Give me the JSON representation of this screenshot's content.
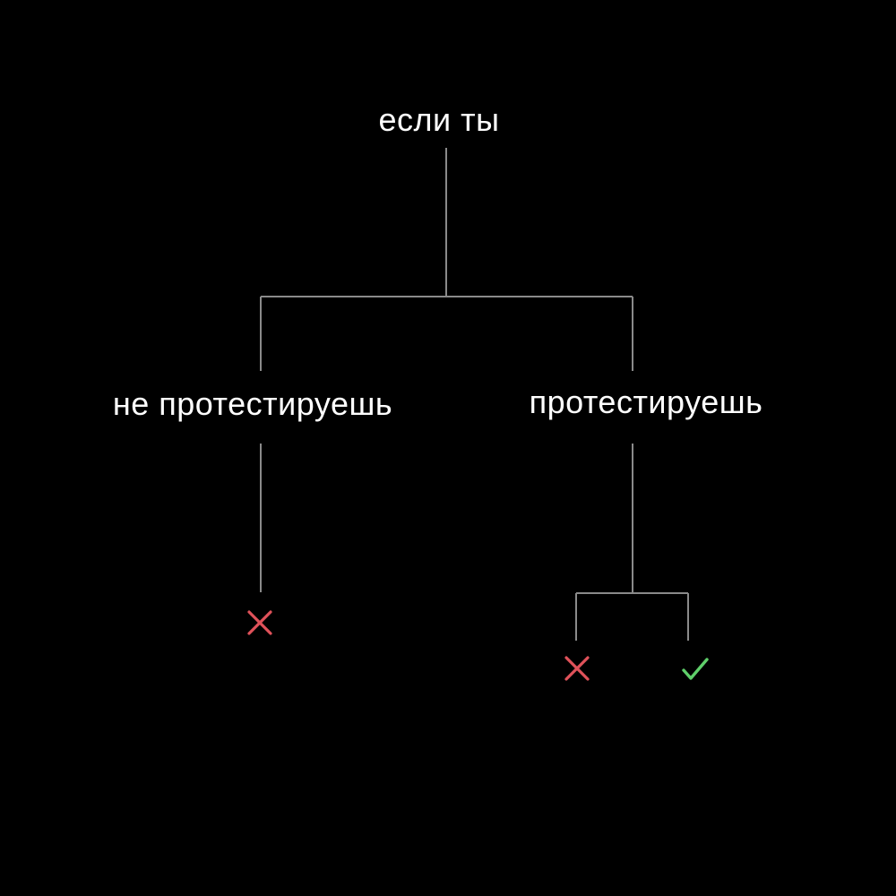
{
  "diagram": {
    "root": {
      "label": "если ты"
    },
    "branches": [
      {
        "label": "не протестируешь",
        "outcomes": [
          {
            "result": "fail",
            "icon": "cross-icon"
          }
        ]
      },
      {
        "label": "протестируешь",
        "outcomes": [
          {
            "result": "fail",
            "icon": "cross-icon"
          },
          {
            "result": "success",
            "icon": "check-icon"
          }
        ]
      }
    ]
  },
  "colors": {
    "background": "#000000",
    "text": "#ffffff",
    "connector": "#8a8a8a",
    "fail": "#e0525a",
    "success": "#5fcf6a"
  }
}
